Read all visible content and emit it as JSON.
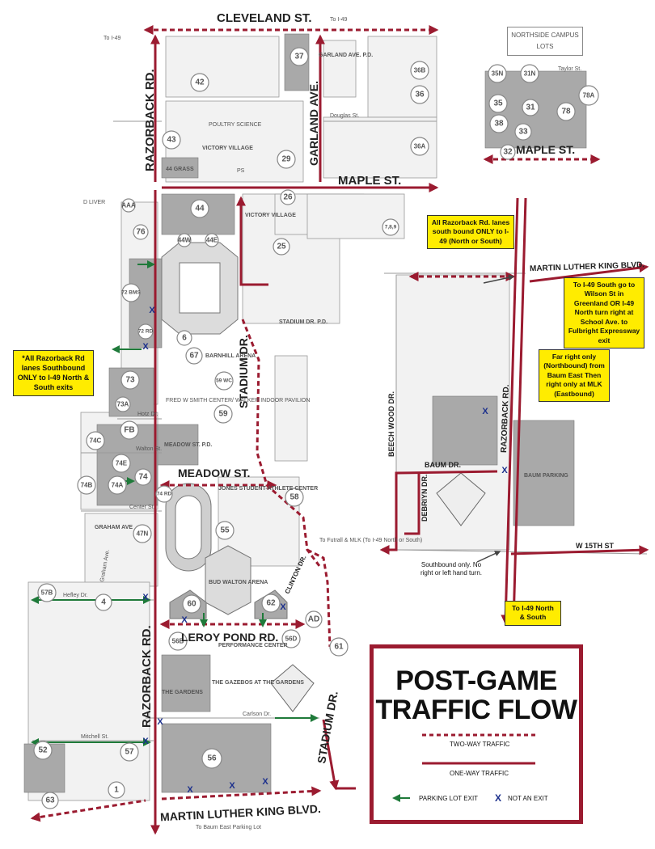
{
  "roads": {
    "cleveland": "CLEVELAND ST.",
    "razorback_top": "RAZORBACK RD.",
    "garland": "GARLAND AVE.",
    "maple": "MAPLE ST.",
    "maple_north": "MAPLE ST.",
    "stadium_dr": "STADIUM DR.",
    "stadium_dr_bottom": "STADIUM DR.",
    "meadow": "MEADOW ST.",
    "leroy_pond": "LEROY POND RD.",
    "razorback_bottom": "RAZORBACK RD.",
    "mlk_bottom": "MARTIN LUTHER KING BLVD.",
    "mlk_east": "MARTIN LUTHER KING BLVD.",
    "razorback_east": "RAZORBACK RD.",
    "beech_wood": "BEECH WOOD DR.",
    "baum": "BAUM DR.",
    "debriyn": "DEBRIYN DR.",
    "w15th": "W 15TH ST",
    "clinton": "CLINTON DR.",
    "to_i49_top": "To I-49",
    "to_i49_left": "To I-49",
    "to_baum_east": "To Baum East Parking Lot",
    "dliver": "D LIVER",
    "douglas": "Douglas St.",
    "taylor": "Taylor St.",
    "carlson": "Carlson Dr.",
    "mitchell": "Mitchell St.",
    "hotz": "Hotz Dr.",
    "walton": "Walton St.",
    "center": "Center St.",
    "graham": "Graham Ave.",
    "hefley": "Hefley Dr.",
    "futrall": "To Futrall & MLK (To I-49 North or South)"
  },
  "lots": [
    {
      "id": "37"
    },
    {
      "id": "36B"
    },
    {
      "id": "36"
    },
    {
      "id": "36A"
    },
    {
      "id": "42"
    },
    {
      "id": "43"
    },
    {
      "id": "29"
    },
    {
      "id": "26"
    },
    {
      "id": "25"
    },
    {
      "id": "44"
    },
    {
      "id": "44W"
    },
    {
      "id": "44E"
    },
    {
      "id": "76"
    },
    {
      "id": "72 BMS"
    },
    {
      "id": "72 RD"
    },
    {
      "id": "6"
    },
    {
      "id": "67"
    },
    {
      "id": "59 WC"
    },
    {
      "id": "59"
    },
    {
      "id": "73"
    },
    {
      "id": "73A"
    },
    {
      "id": "FB"
    },
    {
      "id": "74C"
    },
    {
      "id": "74E"
    },
    {
      "id": "74"
    },
    {
      "id": "74B"
    },
    {
      "id": "74A"
    },
    {
      "id": "74 RD"
    },
    {
      "id": "47N"
    },
    {
      "id": "55"
    },
    {
      "id": "58"
    },
    {
      "id": "57B"
    },
    {
      "id": "4"
    },
    {
      "id": "60"
    },
    {
      "id": "62"
    },
    {
      "id": "AD"
    },
    {
      "id": "61"
    },
    {
      "id": "56B"
    },
    {
      "id": "56D"
    },
    {
      "id": "52"
    },
    {
      "id": "57"
    },
    {
      "id": "56"
    },
    {
      "id": "1"
    },
    {
      "id": "63"
    },
    {
      "id": "7,8,9"
    },
    {
      "id": "AAA"
    },
    {
      "id": "35N"
    },
    {
      "id": "31N"
    },
    {
      "id": "35"
    },
    {
      "id": "31"
    },
    {
      "id": "78"
    },
    {
      "id": "78A"
    },
    {
      "id": "38"
    },
    {
      "id": "33"
    },
    {
      "id": "32"
    }
  ],
  "places": {
    "garland_pd": "GARLAND AVE. P.D.",
    "grass44": "44 GRASS",
    "victory_village_top": "VICTORY VILLAGE",
    "victory_village": "VICTORY VILLAGE",
    "stadium_pd": "STADIUM DR. P.D.",
    "barnhill": "BARNHILL ARENA",
    "meadow_pd": "MEADOW ST. P.D.",
    "jones": "JONES STUDENT-ATHLETE CENTER",
    "bud_walton": "BUD WALTON ARENA",
    "graham_ave": "GRAHAM AVE",
    "gardens": "THE GARDENS",
    "gazebos": "THE GAZEBOS AT THE GARDENS",
    "performance": "PERFORMANCE CENTER",
    "baum_parking": "BAUM PARKING",
    "poultry": "POULTRY SCIENCE",
    "ps": "PS",
    "fred_smith": "FRED W SMITH CENTER/ WALKER INDOOR PAVILION",
    "northside": "NORTHSIDE CAMPUS LOTS"
  },
  "notes": {
    "all_razorback_south": "All Razorback Rd. lanes south bound ONLY to I-49 (North or South)",
    "to_i49_south": "To I-49 South go to Wilson St in Greenland OR I-49 North turn right at School Ave. to Fulbright Expressway exit",
    "far_right": "Far right only (Northbound) from Baum East Then right only at MLK (Eastbound)",
    "all_razorback_left": "*All Razorback Rd lanes Southbound ONLY to I-49 North & South exits",
    "southbound_only": "Southbound only. No right or left hand turn.",
    "to_i49_ns": "To I-49 North & South"
  },
  "legend": {
    "title_line1": "POST-GAME",
    "title_line2": "TRAFFIC FLOW",
    "two_way": "TWO-WAY TRAFFIC",
    "one_way": "ONE-WAY TRAFFIC",
    "parking_exit": "PARKING LOT EXIT",
    "not_exit": "NOT AN EXIT"
  },
  "colors": {
    "road": "#9b1b30",
    "lot_gray": "#a9a9a9",
    "exit_green": "#1f7a3a",
    "not_exit_blue": "#1b2f8c",
    "note_yellow": "#ffec00"
  }
}
